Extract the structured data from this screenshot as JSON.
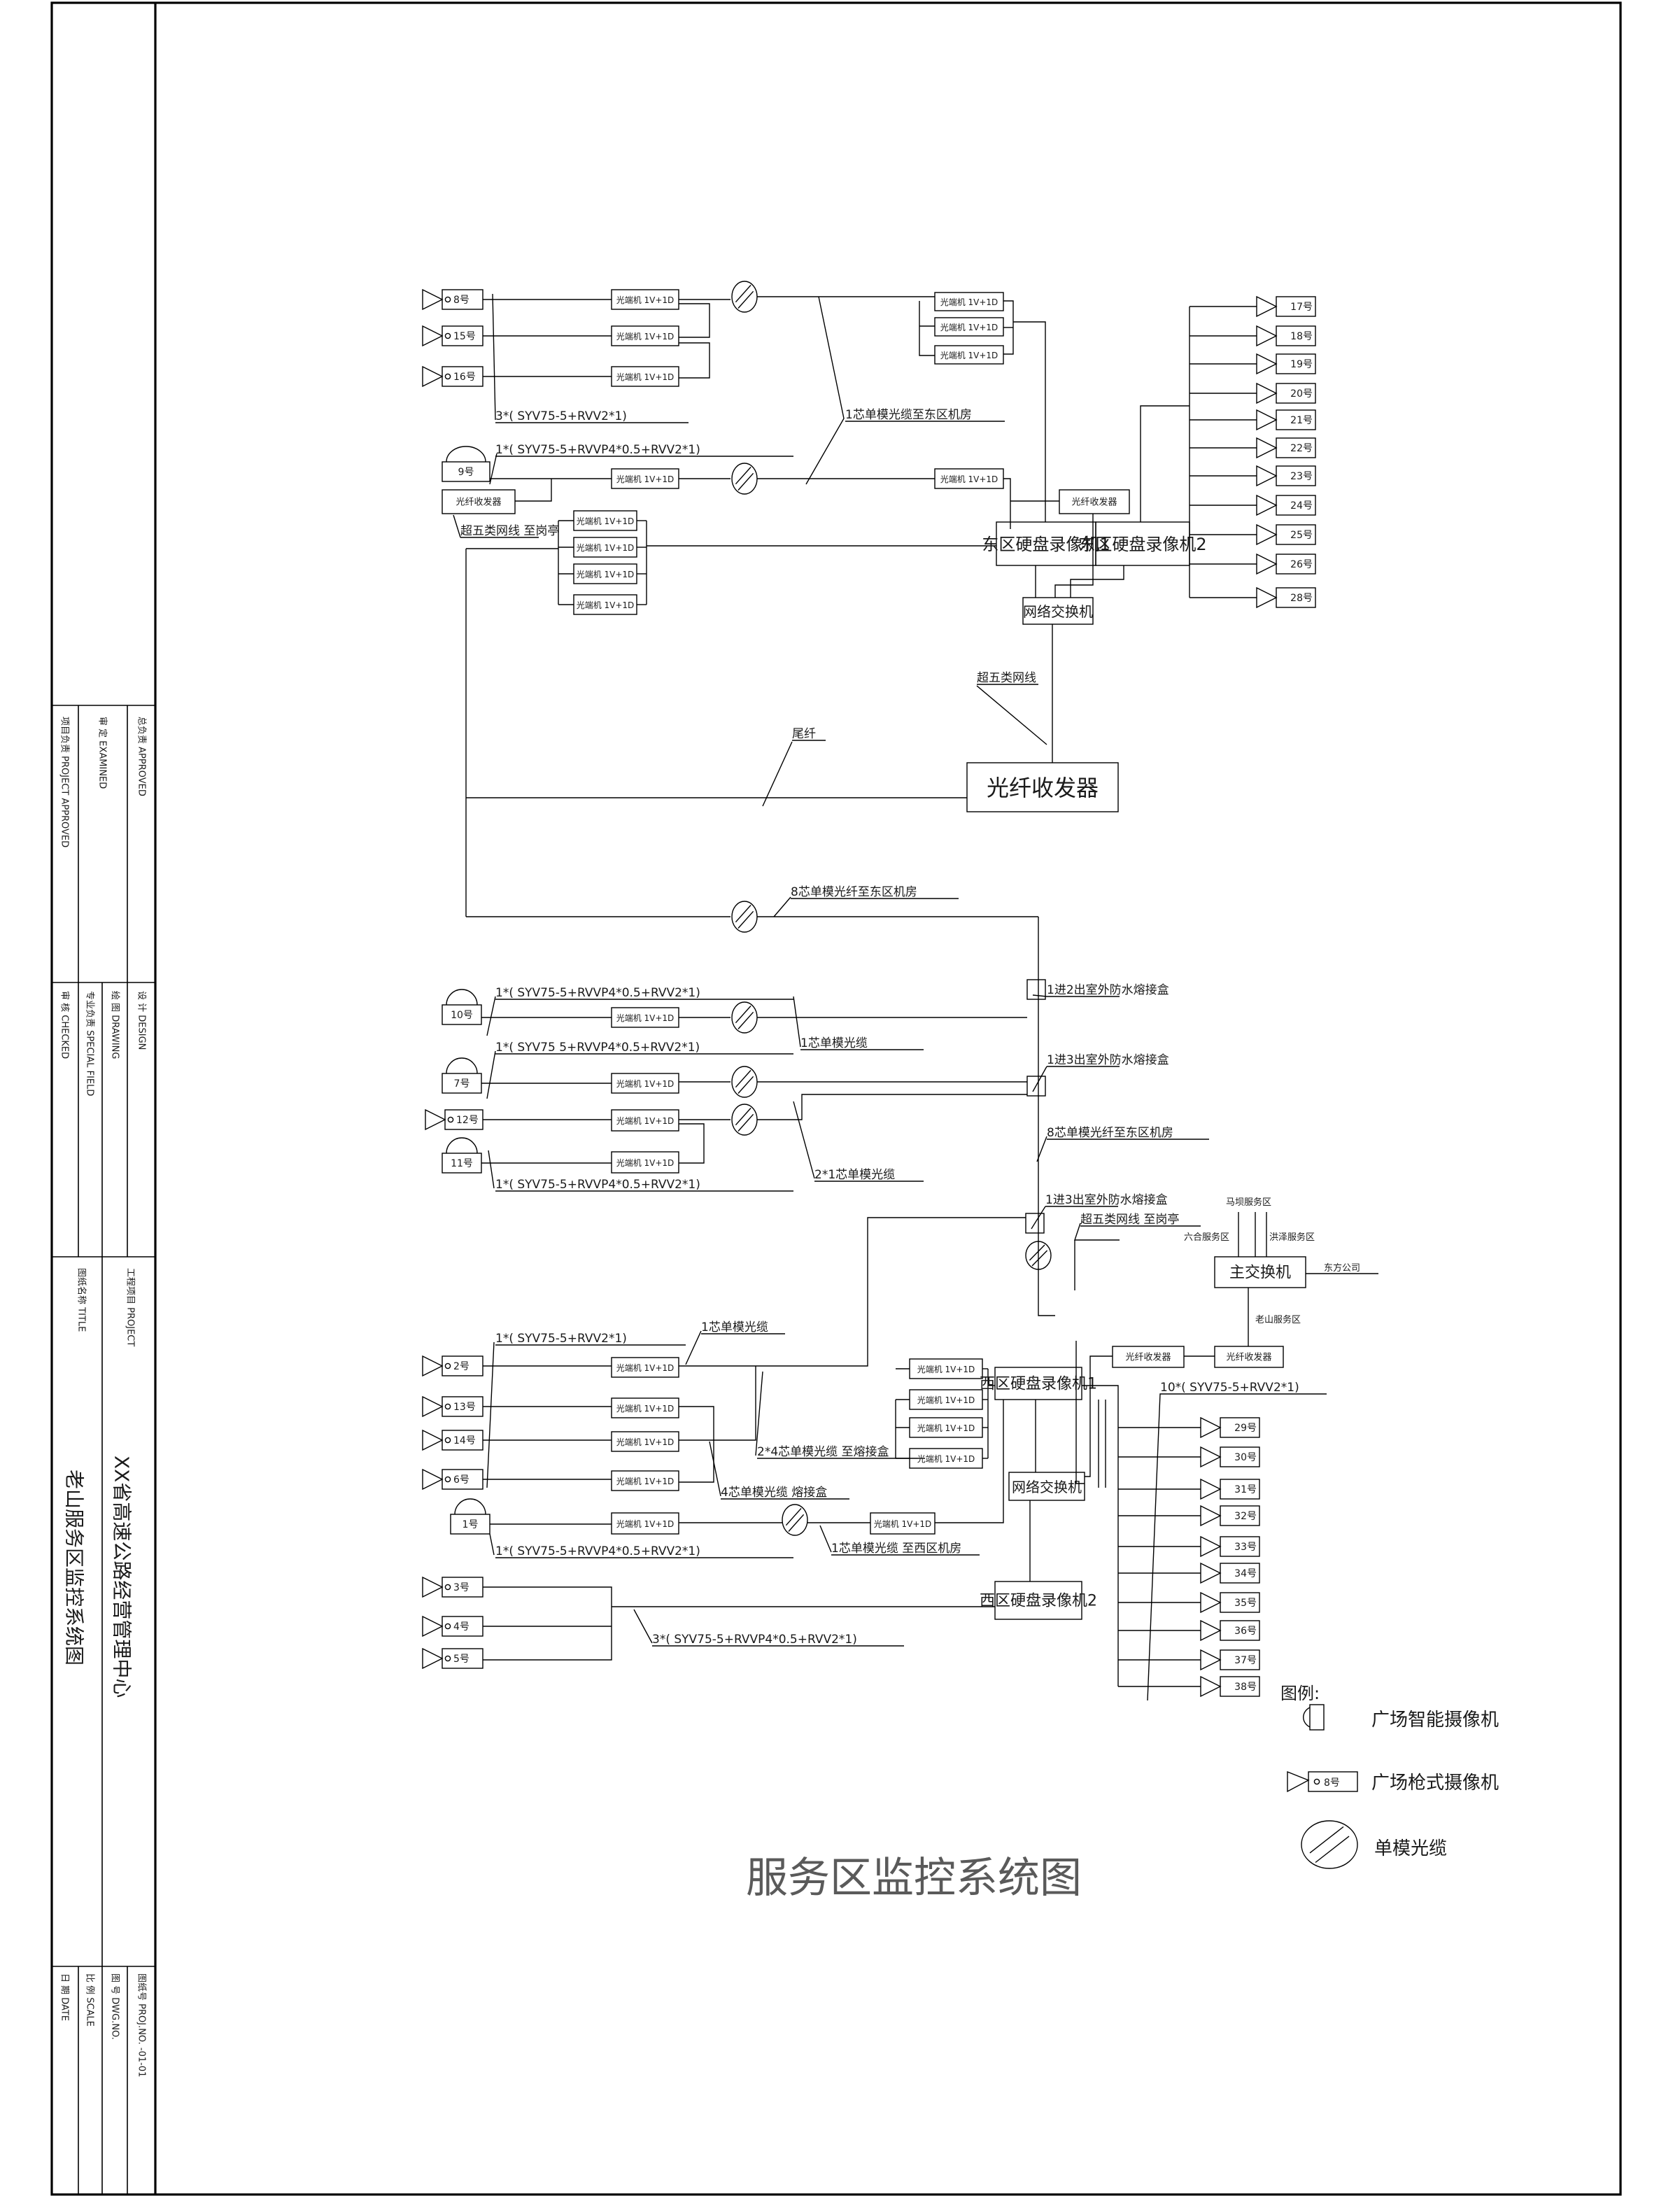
{
  "title_block": {
    "approved": "总负责 APPROVED",
    "examined": "审    定 EXAMINED",
    "project_approved": "项目负责 PROJECT APPROVED",
    "design": "设    计 DESIGN",
    "drawing": "绘    图 DRAWING",
    "special_field": "专业负责 SPECIAL FIELD",
    "checked": "审    核 CHECKED",
    "project_label": "工程项目 PROJECT",
    "project_name": "XX省高速公路经营管理中心",
    "title_label": "图纸名称 TITLE",
    "drawing_title": "老山服务区监控系统图",
    "proj_no": "图纸号 PROJ.NO.   -01-01",
    "dwg_no": "图    号 DWG.NO.",
    "scale": "比    例 SCALE",
    "date": "日    期 DATE"
  },
  "diagram_title": "服务区监控系统图",
  "legend": {
    "title": "图例:",
    "dome": "广场智能摄像机",
    "gun": "广场枪式摄像机",
    "gun_sample": "8号",
    "fiber": "单模光缆"
  },
  "devices": {
    "transceiver": "光端机  1V+1D",
    "fiber_media": "光纤收发器",
    "switch": "网络交换机",
    "main_switch": "主交换机",
    "east_dvr1": "东区硬盘录像机1",
    "east_dvr2": "东区硬盘录像机2",
    "west_dvr1": "西区硬盘录像机1",
    "west_dvr2": "西区硬盘录像机2"
  },
  "cameras": {
    "top_left": [
      "8号",
      "15号",
      "16号"
    ],
    "dome_9": "9号",
    "east_bus": [
      "17号",
      "18号",
      "19号",
      "20号",
      "21号",
      "22号",
      "23号",
      "24号",
      "25号",
      "26号",
      "28号"
    ],
    "dome_10": "10号",
    "dome_7": "7号",
    "gun_12": "12号",
    "dome_11": "11号",
    "bottom_left": [
      "2号",
      "13号",
      "14号",
      "6号"
    ],
    "dome_1": "1号",
    "bottom_gun": [
      "3号",
      "4号",
      "5号"
    ],
    "west_bus": [
      "29号",
      "30号",
      "31号",
      "32号",
      "33号",
      "34号",
      "35号",
      "36号",
      "37号",
      "38号"
    ]
  },
  "cables": {
    "c3_syv": "3*( SYV75-5+RVV2*1)",
    "c1_syvp": "1*( SYV75-5+RVVP4*0.5+RVV2*1)",
    "c1_syvp_b": "1*( SYV75 5+RVVP4*0.5+RVV2*1)",
    "fiber_to_east": "1芯单模光缆至东区机房",
    "cat5_guard": "超五类网线  至岗亭",
    "cat5": "超五类网线",
    "pigtail": "尾纤",
    "fiber8_east": "8芯单模光纤至东区机房",
    "fiber1": "1芯单模光缆",
    "fiber2x1": "2*1芯单模光缆",
    "j_1in2": "1进2出室外防水熔接盒",
    "j_1in3": "1进3出室外防水熔接盒",
    "c1_syv": "1*( SYV75-5+RVV2*1)",
    "fiber2x4": "2*4芯单模光缆  至熔接盒",
    "fiber4": "4芯单模光缆  熔接盒",
    "fiber_west": "1芯单模光缆  至西区机房",
    "c3_syvp": "3*( SYV75-5+RVVP4*0.5+RVV2*1)",
    "c10_syv": "10*( SYV75-5+RVV2*1)"
  },
  "sites": {
    "maba": "马坝服务区",
    "luhe": "六合服务区",
    "hongze": "洪泽服务区",
    "dongfang": "东方公司",
    "laoshan": "老山服务区"
  }
}
